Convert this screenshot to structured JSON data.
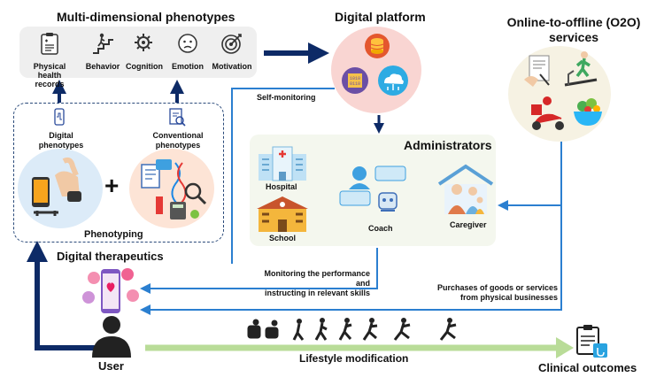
{
  "phenotypes": {
    "title": "Multi-dimensional phenotypes",
    "items": [
      {
        "label_1": "Physical",
        "label_2": "health records",
        "icon": "clipboard-icon"
      },
      {
        "label_1": "Behavior",
        "label_2": "",
        "icon": "stairs-person-icon"
      },
      {
        "label_1": "Cognition",
        "label_2": "",
        "icon": "brain-gear-icon"
      },
      {
        "label_1": "Emotion",
        "label_2": "",
        "icon": "face-icon"
      },
      {
        "label_1": "Motivation",
        "label_2": "",
        "icon": "target-icon"
      }
    ]
  },
  "platform": {
    "title": "Digital platform"
  },
  "o2o": {
    "title_1": "Online-to-offline (O2O)",
    "title_2": "services"
  },
  "phenotyping": {
    "label": "Phenotyping",
    "digital_1": "Digital",
    "digital_2": "phenotypes",
    "conventional_1": "Conventional",
    "conventional_2": "phenotypes",
    "plus": "+"
  },
  "self_monitoring": "Self-monitoring",
  "administrators": {
    "title": "Administrators",
    "hospital": "Hospital",
    "school": "School",
    "coach": "Coach",
    "caregiver": "Caregiver"
  },
  "digital_therapeutics": "Digital therapeutics",
  "monitoring": {
    "line_1": "Monitoring the performance and",
    "line_2": "instructing in relevant skills"
  },
  "purchases": {
    "line_1": "Purchases of goods or services",
    "line_2": "from physical businesses"
  },
  "user": "User",
  "lifestyle": "Lifestyle modification",
  "clinical": "Clinical outcomes",
  "colors": {
    "navy": "#0d2a66",
    "blue": "#2b7fd0",
    "green": "#b9dc98"
  }
}
